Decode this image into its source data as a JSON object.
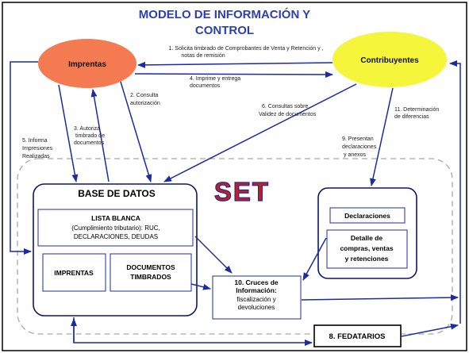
{
  "title": {
    "line1": "MODELO DE INFORMACIÓN Y",
    "line2": "CONTROL"
  },
  "colors": {
    "title": "#2b3fb3",
    "imprentas": "#f47a52",
    "contribuyentes": "#f5f53c",
    "blue": "#1c2b9f",
    "dashed": "#a8a8a8"
  },
  "nodes": {
    "imprentas": "Imprentas",
    "contribuyentes": "Contribuyentes",
    "base_datos": "BASE DE DATOS",
    "lista_blanca": {
      "line1": "LISTA BLANCA",
      "line2": "(Cumplimiento tributario): RUC,",
      "line3": "DECLARACIONES, DEUDAS"
    },
    "imprentas_box": "IMPRENTAS",
    "documentos_timbrados": {
      "line1": "DOCUMENTOS",
      "line2": "TIMBRADOS"
    },
    "cruces": {
      "line1": "10. Cruces de",
      "line2": "Información:",
      "line3": "fiscalización y",
      "line4": "devoluciones"
    },
    "declaraciones": "Declaraciones",
    "detalle": {
      "line1": "Detalle de",
      "line2": "compras, ventas",
      "line3": "y retenciones"
    },
    "fedatarios": "8. FEDATARIOS"
  },
  "logo": {
    "text": "SET"
  },
  "labels": {
    "l1": {
      "line1": "1. Solicita timbrado de Comprobantes de Venta y Retención y ,",
      "line2": "notas de remisión"
    },
    "l2": {
      "line1": "2. Consulta",
      "line2": "autorización"
    },
    "l3": {
      "line1": "3. Autoriza",
      "line2": "timbrado de",
      "line3": "documentos"
    },
    "l4": {
      "line1": "4. Imprime y entrega",
      "line2": "documentos"
    },
    "l5": {
      "line1": "5. Informa",
      "line2": "Impresiones",
      "line3": "Realizadas"
    },
    "l6": {
      "line1": "6.  Consultas sobre",
      "line2": "Validez de documentos"
    },
    "l9": {
      "line1": "9. Presentan",
      "line2": "declaraciones",
      "line3": "y anexos"
    },
    "l11": {
      "line1": "11. Determinación",
      "line2": "de diferencias"
    }
  }
}
